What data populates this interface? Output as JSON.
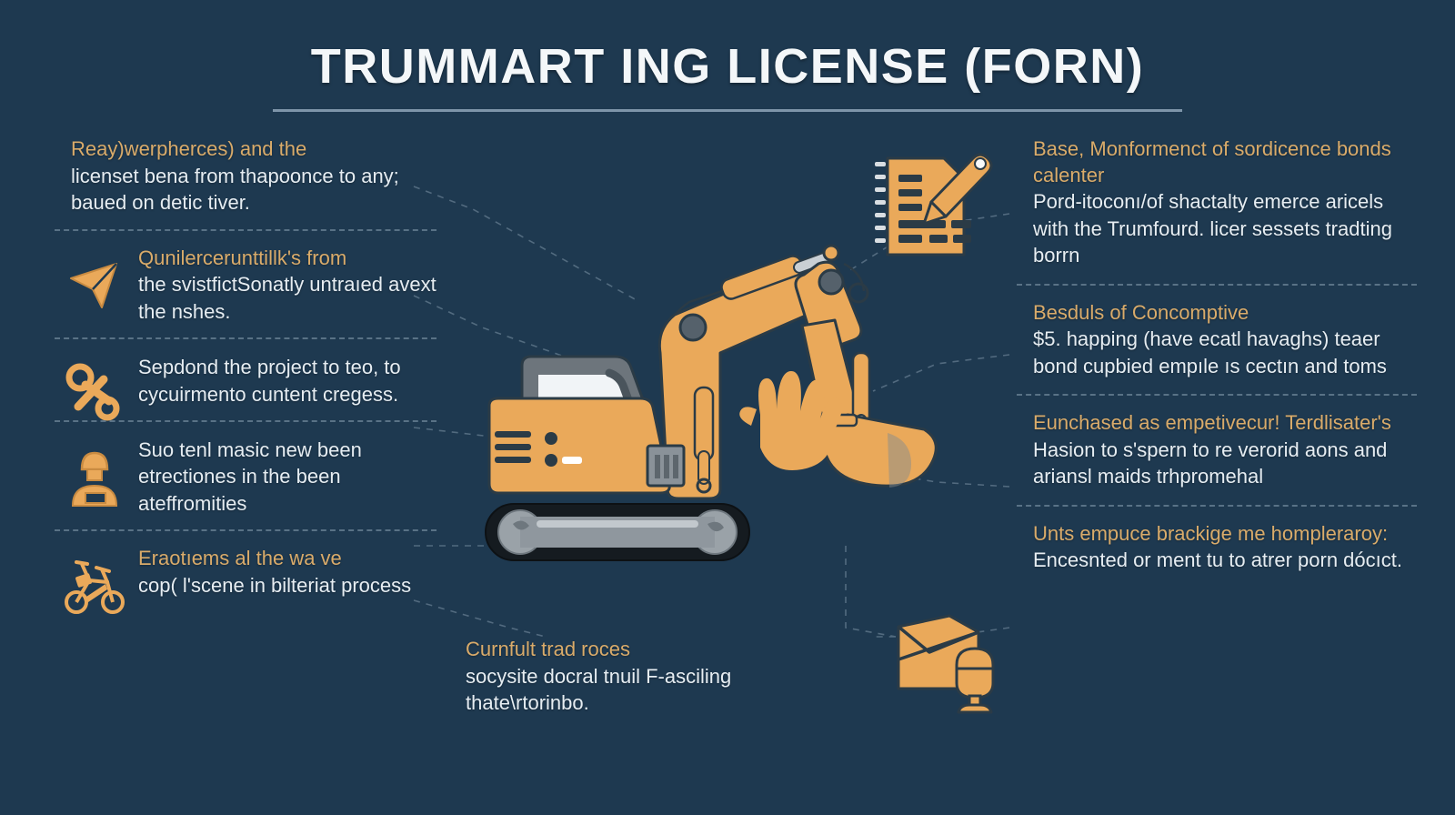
{
  "page": {
    "title": "TRUMMART ING LICENSE (FORN)",
    "background_color": "#1e3950",
    "accent_color": "#eaa95a",
    "heading_color": "#d9ab6a",
    "body_color": "#e6edf2",
    "divider_color": "#6d8699"
  },
  "left_column": {
    "blocks": [
      {
        "icon": "none",
        "heading": "Reay)werpherces) and the",
        "body": "licenset bena from thapoonce to any; baued on detic tiver."
      },
      {
        "icon": "paper-plane-icon",
        "heading": "Qunilercerunttillk's from",
        "body": "the svistfictSonatly untraıed avext the nshes."
      },
      {
        "icon": "scissors-icon",
        "heading": "",
        "body": "Sepdond the project to teo, to cycuirmento cuntent cregess."
      },
      {
        "icon": "worker-helmet-icon",
        "heading": "",
        "body": "Suo tenl masic new been etrectiones in the been ateffromities"
      },
      {
        "icon": "bicycle-icon",
        "heading": "Eraotıems al the wa ve",
        "body": "cop( l'scene in bilteriat process"
      }
    ]
  },
  "right_column": {
    "blocks": [
      {
        "heading": "Base, Monformenct of sordicence bonds calenter",
        "body": "Pord-itoconı/of shactalty emerce aricels with the Trumfourd. licer sessets tradting borrn"
      },
      {
        "heading": "Besduls of Concomptive",
        "body": "$5. happing (have ecatl havaghs) teaer bond cupbied empıle ıs cectın and toms"
      },
      {
        "heading": "Eunchased as empetivecur! Terdlisater's",
        "body": "Hasion to s'spern to re verorid aons and ariansl maids trhpromehal"
      },
      {
        "heading": "Unts empuce brackige me hompleraroy:",
        "body": "Encesnted or ment tu to atrer porn dócıct."
      }
    ]
  },
  "center_caption": {
    "heading": "Curnfult trad roces",
    "body": "socysite docral tnuil F-asciling thate\\rtorinbo."
  },
  "illustrations": {
    "main": "excavator-illustration",
    "top_right": "document-with-pen-icon",
    "bottom_right": "envelope-with-trophy-icon"
  }
}
